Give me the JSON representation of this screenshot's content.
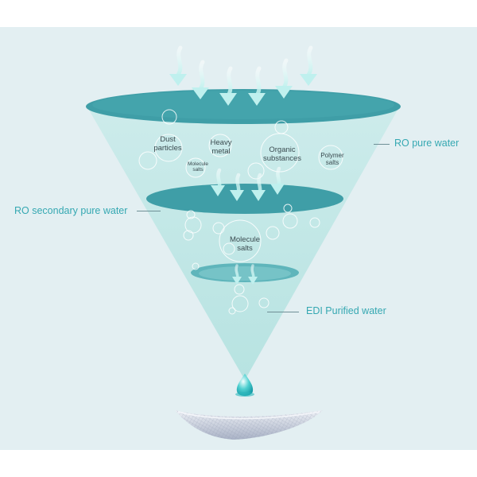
{
  "labels": {
    "ro_pure_water": "RO pure water",
    "ro_secondary": "RO secondary pure water",
    "edi": "EDI Purified water"
  },
  "contaminants": {
    "dust": [
      "Dust",
      "particles"
    ],
    "heavy_metal": [
      "Heavy",
      "metal"
    ],
    "organic": [
      "Organic",
      "substances"
    ],
    "polymer": [
      "Polymer",
      "salts"
    ],
    "molecule_small": [
      "Molecule",
      "salts"
    ],
    "molecule_mid": [
      "Molecule",
      "salts"
    ]
  },
  "colors": {
    "panel": "#e3eff2",
    "disc": "#3f9ea7",
    "cone": "#bfe4e4",
    "label": "#35a8b2",
    "arrow": "#bff0ee"
  }
}
